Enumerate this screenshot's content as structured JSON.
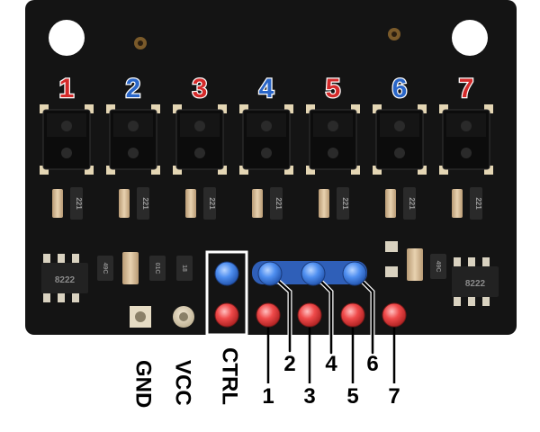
{
  "board": {
    "pcb_color": "#141414",
    "sensor_numbers": [
      {
        "label": "1",
        "color": "#d42a2a"
      },
      {
        "label": "2",
        "color": "#2a66c8"
      },
      {
        "label": "3",
        "color": "#d42a2a"
      },
      {
        "label": "4",
        "color": "#2a66c8"
      },
      {
        "label": "5",
        "color": "#d42a2a"
      },
      {
        "label": "6",
        "color": "#2a66c8"
      },
      {
        "label": "7",
        "color": "#d42a2a"
      }
    ],
    "resistor_codes": [
      "221",
      "221",
      "221",
      "221",
      "221",
      "221",
      "221"
    ],
    "silkscreen": {
      "left_res_a": "49C",
      "left_res_b": "01C",
      "left_res_c": "18",
      "right_res": "49C",
      "mosfet_left": "8222",
      "mosfet_right": "8222"
    }
  },
  "pins": {
    "power_labels": [
      "GND",
      "VCC"
    ],
    "ctrl_label": "CTRL",
    "even_labels": [
      "2",
      "4",
      "6"
    ],
    "odd_labels": [
      "1",
      "3",
      "5",
      "7"
    ],
    "blue_color": "#3b7be0",
    "red_color": "#e23b3b"
  }
}
